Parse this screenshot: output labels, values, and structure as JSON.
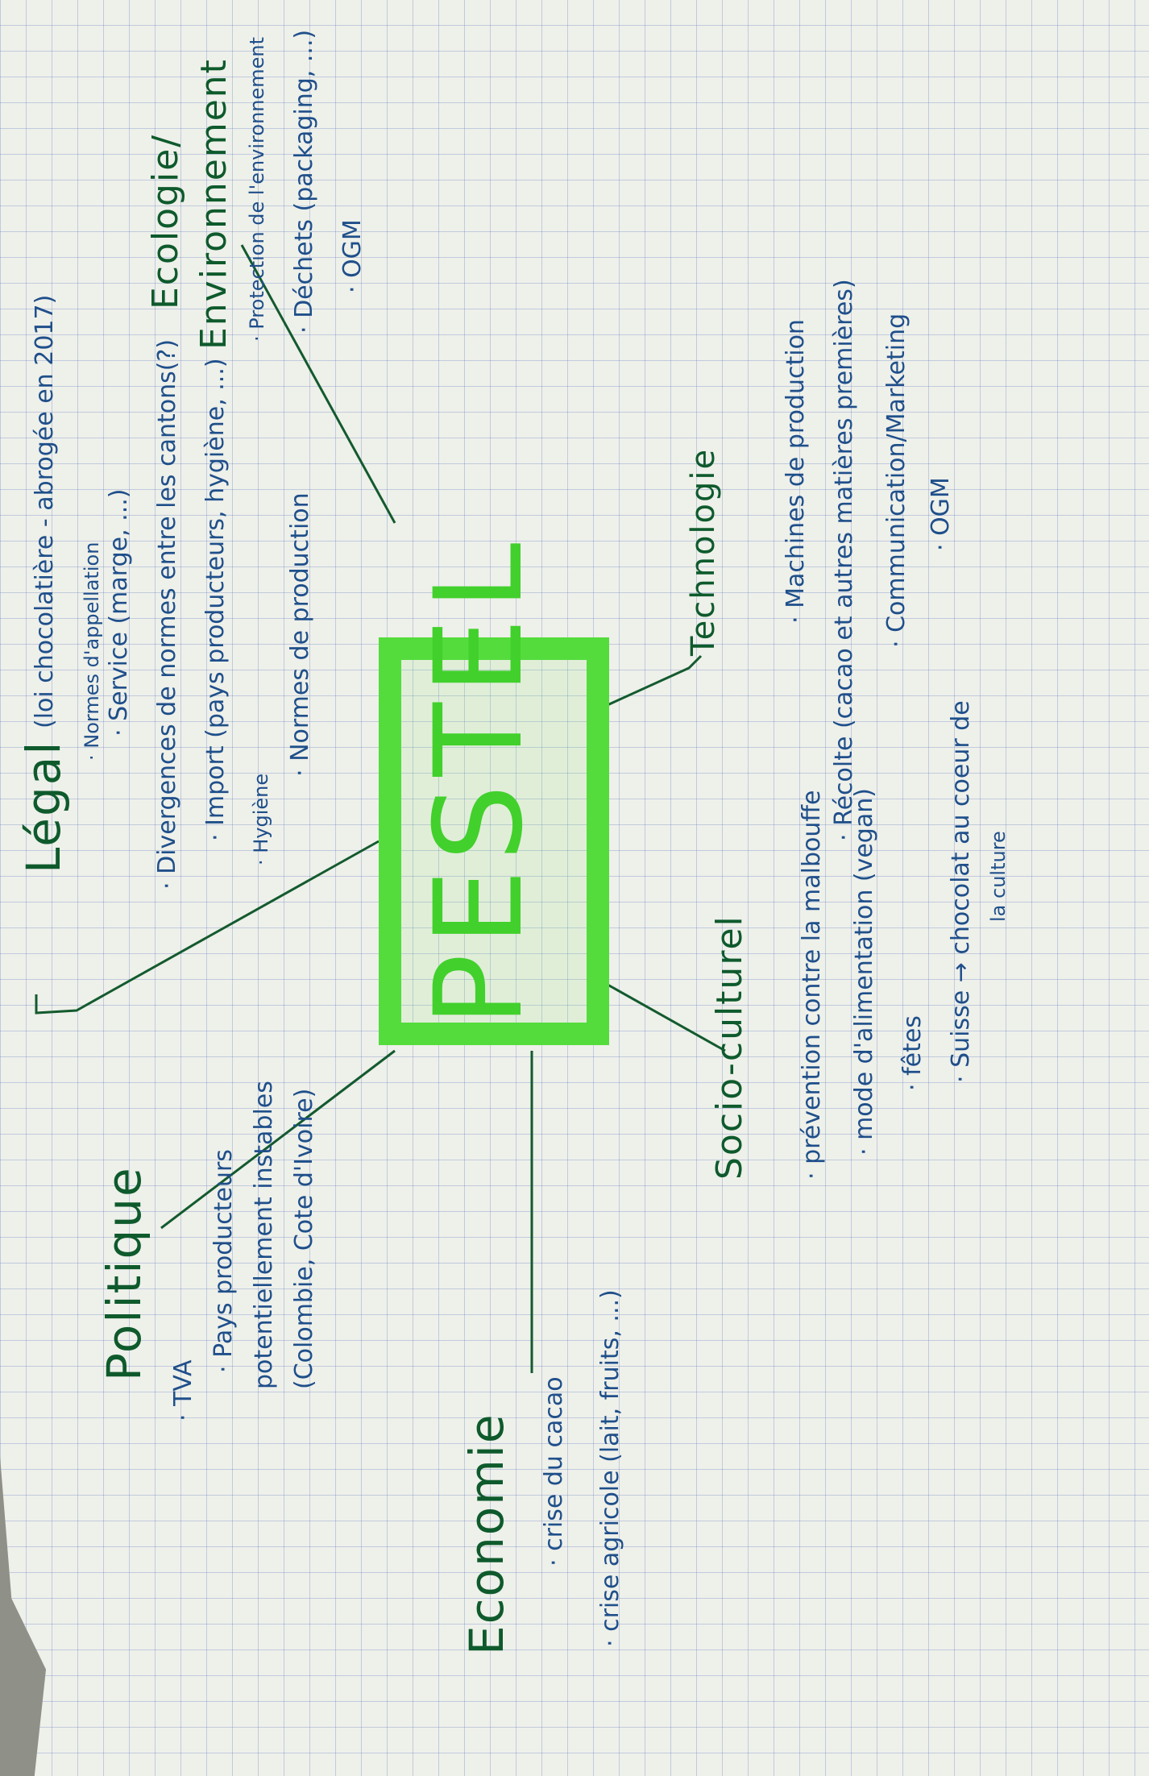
{
  "center": "PESTEL",
  "categories": {
    "legal": {
      "title": "Légal",
      "items": [
        "(loi chocolatière - abrogée en 2017)",
        "· Normes d'appellation",
        "· Service (marge, ...)",
        "· Divergences de normes entre les cantons(?)",
        "· Import (pays producteurs, hygiène, ...)",
        "· Hygiène",
        "· Normes de production"
      ]
    },
    "ecologie": {
      "title": "Ecologie/",
      "title2": "Environnement",
      "items": [
        "· Protection de l'environnement",
        "· Déchets (packaging, ...)",
        "· OGM"
      ]
    },
    "politique": {
      "title": "Politique",
      "items": [
        "· TVA",
        "· Pays producteurs",
        "potentiellement instables",
        "(Colombie, Cote d'Ivoire)"
      ]
    },
    "economie": {
      "title": "Economie",
      "items": [
        "· crise du cacao",
        "· crise agricole (lait, fruits, ...)"
      ]
    },
    "socio": {
      "title": "Socio-culturel",
      "items": [
        "· prévention contre la malbouffe",
        "· mode d'alimentation (vegan)",
        "· fêtes",
        "· Suisse → chocolat au coeur de",
        "la culture"
      ]
    },
    "technologie": {
      "title": "Technologie",
      "items": [
        "· Machines de production",
        "· Récolte (cacao et autres matières premières)",
        "· Communication/Marketing",
        "· OGM"
      ]
    }
  },
  "colors": {
    "box": "#54dc3c",
    "heading": "#0e5a2c",
    "items": "#1f4f8a",
    "link": "#135a2e"
  }
}
